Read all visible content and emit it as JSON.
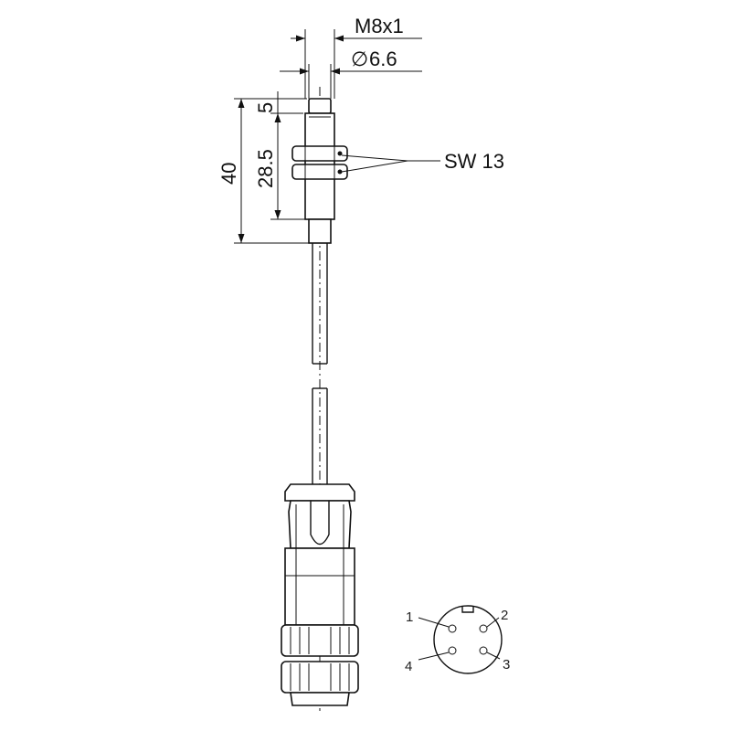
{
  "dimensions": {
    "thread": "M8x1",
    "diameter": "6.6",
    "diameter_symbol": "∅",
    "tip_length": "5",
    "body_length": "28.5",
    "total_length": "40",
    "wrench_size": "SW 13"
  },
  "connector_pins": [
    "1",
    "2",
    "3",
    "4"
  ],
  "colors": {
    "line": "#111111",
    "background": "#ffffff"
  }
}
